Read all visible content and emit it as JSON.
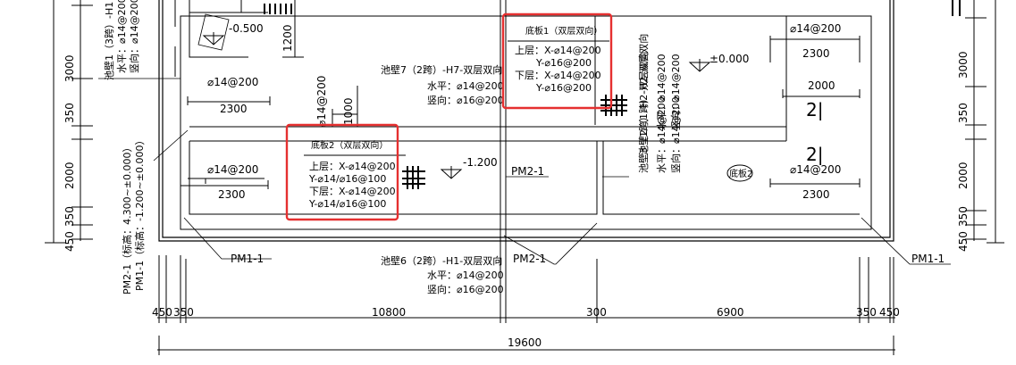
{
  "colors": {
    "line": "#000000",
    "highlight": "#e53030",
    "background": "#ffffff"
  },
  "levels": {
    "pit_top": "-0.500",
    "zero": "±0.000",
    "pit_bottom": "-1.200"
  },
  "dims": {
    "d1200": "1200",
    "d1000": "1000",
    "d2300_a": "2300",
    "d2300_b": "2300",
    "d2300_c": "2300",
    "d2300_d": "2300",
    "d2000": "2000",
    "left_3000": "3000",
    "left_350a": "350",
    "left_2000": "2000",
    "left_350b": "350",
    "left_450": "450",
    "right_3000": "3000",
    "right_350a": "350",
    "right_2000": "2000",
    "right_350b": "350",
    "right_450": "450",
    "b_450a": "450",
    "b_350a": "350",
    "b_10800": "10800",
    "b_300": "300",
    "b_6900": "6900",
    "b_350b": "350",
    "b_450b": "450",
    "total": "19600"
  },
  "rebar": {
    "r1": "⌀14@200",
    "r2": "⌀14@200",
    "r3": "⌀14@200",
    "r4": "⌀14@200",
    "r5": "⌀14@200",
    "r6": "⌀14@200"
  },
  "panel": {
    "slab1": {
      "title": "底板1（双层双向）",
      "l1": "上层：X-⌀14@200",
      "l2": "Y-⌀16@200",
      "l3": "下层：X-⌀14@200",
      "l4": "Y-⌀16@200"
    },
    "slab2": {
      "title": "底板2（双层双向）",
      "l1": "上层：X-⌀14@200",
      "l2": "Y-⌀14/⌀16@100",
      "l3": "下层：X-⌀14@200",
      "l4": "Y-⌀14/⌀16@100"
    }
  },
  "wall7": {
    "l1": "池壁7（2跨）-H7-双层双向",
    "l2": "水平：⌀14@200",
    "l3": "竖向：⌀16@200"
  },
  "wall6": {
    "l1": "池壁6（2跨）-H1-双层双向",
    "l2": "水平：⌀14@200",
    "l3": "竖向：⌀16@200"
  },
  "wall1": {
    "l1": "池壁1（3跨）-H1",
    "l2": "水平：⌀14@200",
    "l3": "竖向：⌀14@200"
  },
  "wall2": {
    "l1": "池壁2（1跨）-H2-双层双向",
    "l2": "水平：⌀14@200",
    "l3": "竖向：⌀14@200"
  },
  "wall3": {
    "l1": "池壁3（1跨）-H2-双层双向",
    "l2": "水平：⌀14@200",
    "l3": "竖向：⌀14@200"
  },
  "notes": {
    "pm2": "PM2-1（标高：4.300~±0.000）",
    "pm1": "PM1-1（标高：-1.200~±0.000）"
  },
  "labels": {
    "pm2_1a": "PM2-1",
    "pm2_1b": "PM2-1",
    "pm1_1a": "PM1-1",
    "pm1_1b": "PM1-1",
    "slab2_tag": "底板2"
  },
  "marks": {
    "m21a": "2|",
    "m21b": "2|"
  }
}
